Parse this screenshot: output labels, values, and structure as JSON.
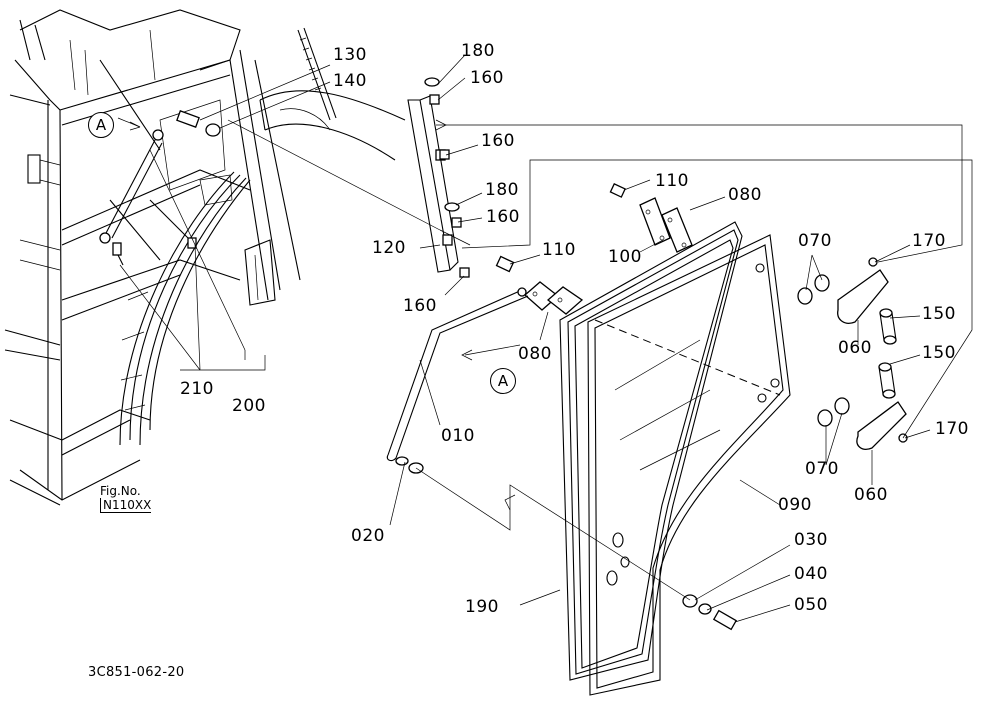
{
  "callouts": [
    {
      "id": "c130",
      "text": "130"
    },
    {
      "id": "c140",
      "text": "140"
    },
    {
      "id": "c180a",
      "text": "180"
    },
    {
      "id": "c160a",
      "text": "160"
    },
    {
      "id": "c160b",
      "text": "160"
    },
    {
      "id": "c180b",
      "text": "180"
    },
    {
      "id": "c160c",
      "text": "160"
    },
    {
      "id": "c120",
      "text": "120"
    },
    {
      "id": "c160d",
      "text": "160"
    },
    {
      "id": "c110a",
      "text": "110"
    },
    {
      "id": "c080a",
      "text": "080"
    },
    {
      "id": "c100",
      "text": "100"
    },
    {
      "id": "c070a",
      "text": "070"
    },
    {
      "id": "c170a",
      "text": "170"
    },
    {
      "id": "c150a",
      "text": "150"
    },
    {
      "id": "c060a",
      "text": "060"
    },
    {
      "id": "c110b",
      "text": "110"
    },
    {
      "id": "c080b",
      "text": "080"
    },
    {
      "id": "c150b",
      "text": "150"
    },
    {
      "id": "c170b",
      "text": "170"
    },
    {
      "id": "c070b",
      "text": "070"
    },
    {
      "id": "c060b",
      "text": "060"
    },
    {
      "id": "c210",
      "text": "210"
    },
    {
      "id": "c200",
      "text": "200"
    },
    {
      "id": "c010",
      "text": "010"
    },
    {
      "id": "c090",
      "text": "090"
    },
    {
      "id": "c020",
      "text": "020"
    },
    {
      "id": "c030",
      "text": "030"
    },
    {
      "id": "c040",
      "text": "040"
    },
    {
      "id": "c050",
      "text": "050"
    },
    {
      "id": "c190",
      "text": "190"
    }
  ],
  "markers": {
    "a1": "A",
    "a2": "A"
  },
  "fig_ref": {
    "line1": "Fig.No.",
    "line2": "N110XX"
  },
  "drawing_number": "3C851-062-20"
}
